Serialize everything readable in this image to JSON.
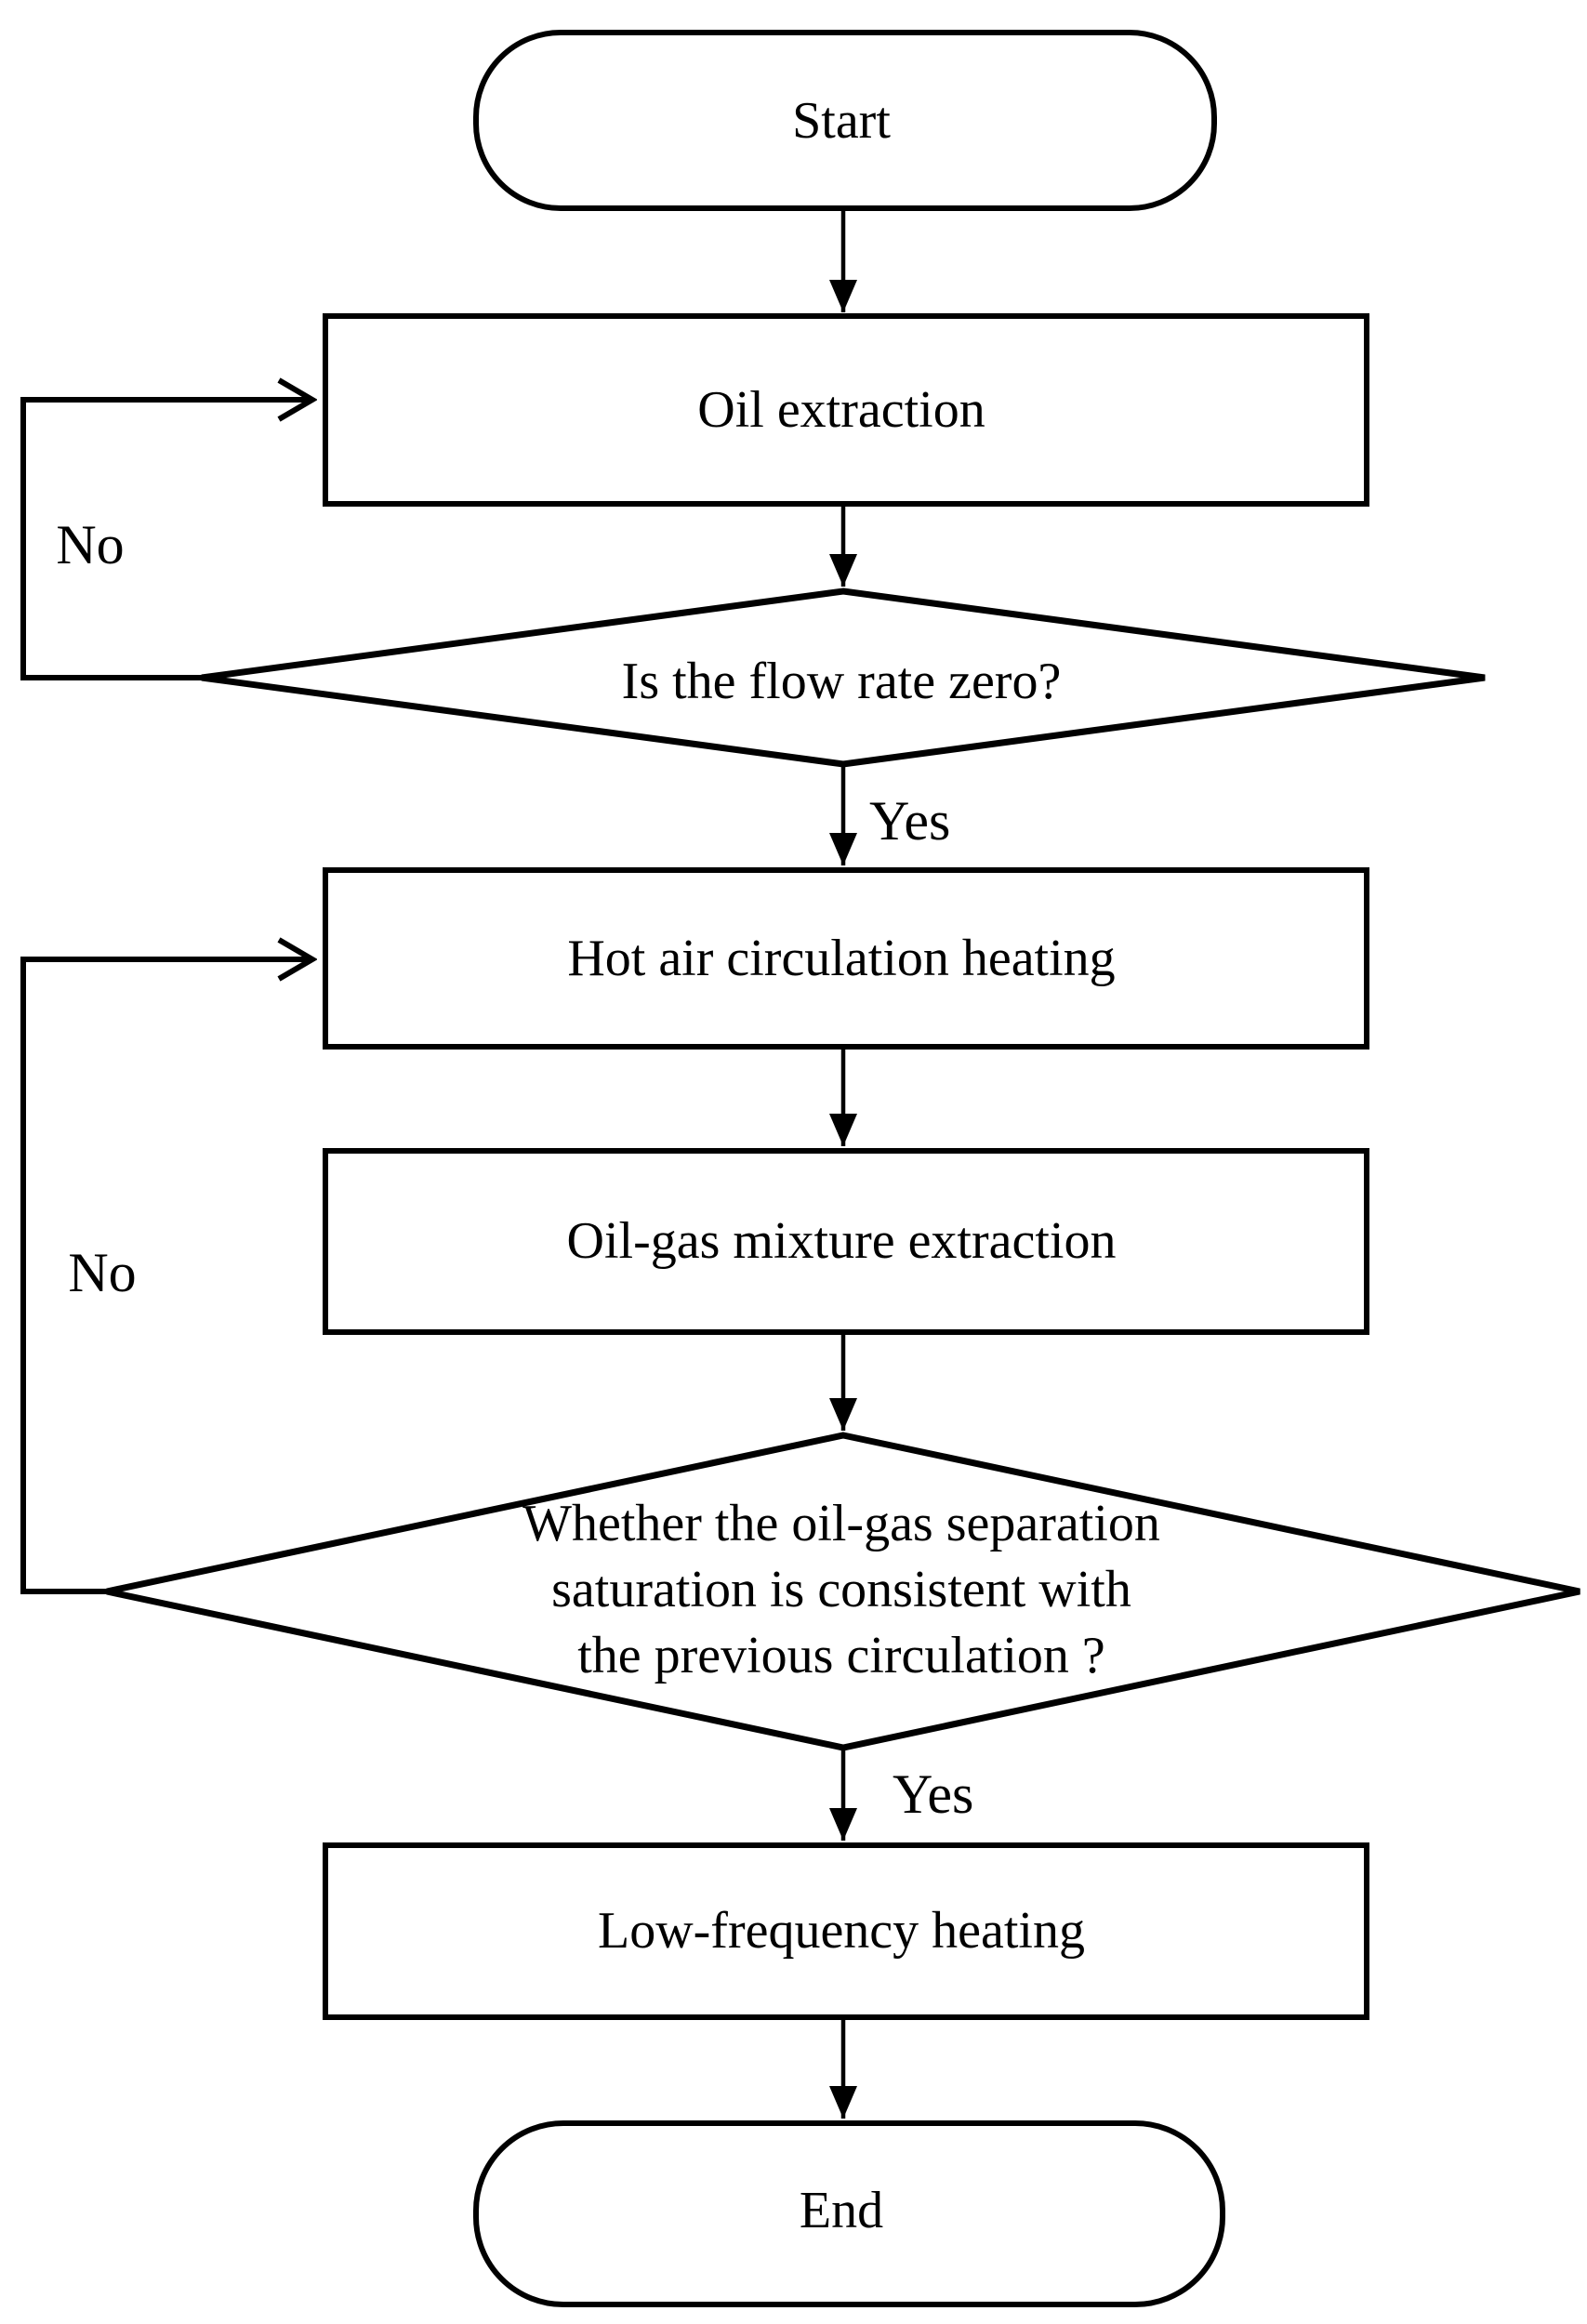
{
  "diagram": {
    "background_color": "#ffffff",
    "line_color": "#000000",
    "nodes": {
      "start": {
        "type": "terminator",
        "label": "Start"
      },
      "oil_extraction": {
        "type": "process",
        "label": "Oil extraction"
      },
      "flow_rate_decision": {
        "type": "decision",
        "label": "Is the flow rate zero?"
      },
      "hot_air_heating": {
        "type": "process",
        "label": "Hot air circulation heating"
      },
      "oil_gas_extraction": {
        "type": "process",
        "label": "Oil-gas mixture extraction"
      },
      "saturation_decision": {
        "type": "decision",
        "label_lines": [
          "Whether the oil-gas separation",
          "saturation is consistent with",
          "the previous circulation ?"
        ]
      },
      "low_frequency_heating": {
        "type": "process",
        "label": "Low-frequency heating"
      },
      "end": {
        "type": "terminator",
        "label": "End"
      }
    },
    "edge_labels": {
      "flow_rate_yes": "Yes",
      "flow_rate_no": "No",
      "saturation_yes": "Yes",
      "saturation_no": "No"
    }
  }
}
